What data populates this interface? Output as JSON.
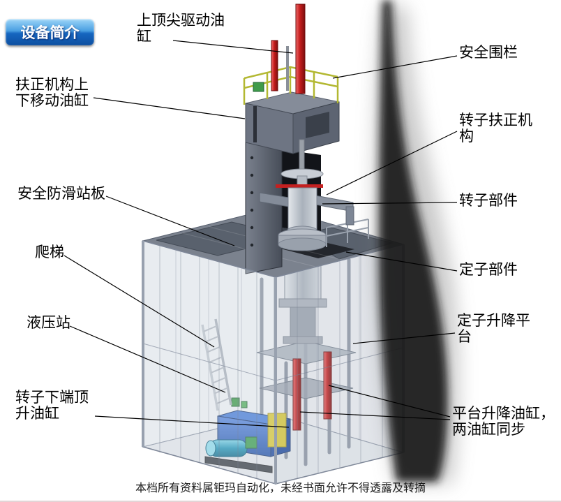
{
  "badge": {
    "label": "设备简介"
  },
  "annotations": {
    "top_drive_cylinder": "上顶尖驱动油缸",
    "safety_fence": "安全围栏",
    "centering_move_cylinder": "扶正机构上下移动油缸",
    "rotor_centering_mechanism": "转子扶正机构",
    "antislip_board": "安全防滑站板",
    "rotor_part": "转子部件",
    "ladder": "爬梯",
    "stator_part": "定子部件",
    "hydraulic_station": "液压站",
    "stator_lift_platform": "定子升降平台",
    "rotor_bottom_jack_cylinder": "转子下端顶升油缸",
    "platform_lift_cylinders": "平台升降油缸，两油缸同步"
  },
  "footer": {
    "text": "本档所有资料属钜玛自动化，未经书面允许不得透露及转摘"
  },
  "colors": {
    "badge_blue": "#1666c0",
    "cylinder_red": "#c41c1c",
    "hydraulic_blue": "#2d62c4",
    "fence_yellow": "#b3b832",
    "steel_gray": "#7b828e"
  }
}
